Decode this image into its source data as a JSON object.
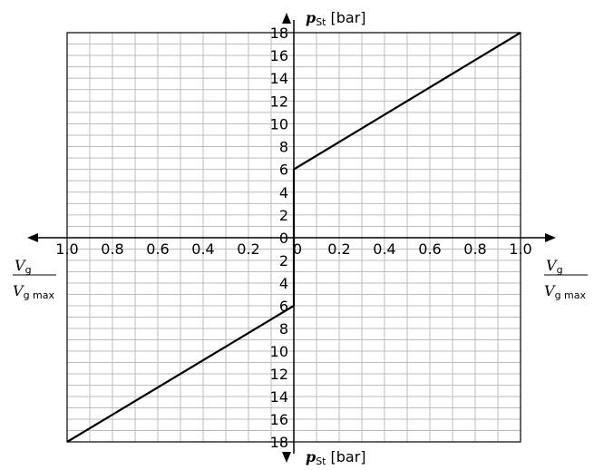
{
  "chart_data": {
    "type": "line",
    "x_range": [
      -1.0,
      1.0
    ],
    "y_range": [
      -18,
      18
    ],
    "x_ticks": [
      {
        "value": -1.0,
        "label": "1.0"
      },
      {
        "value": -0.8,
        "label": "0.8"
      },
      {
        "value": -0.6,
        "label": "0.6"
      },
      {
        "value": -0.4,
        "label": "0.4"
      },
      {
        "value": -0.2,
        "label": "0.2"
      },
      {
        "value": 0,
        "label": "0"
      },
      {
        "value": 0.2,
        "label": "0.2"
      },
      {
        "value": 0.4,
        "label": "0.4"
      },
      {
        "value": 0.6,
        "label": "0.6"
      },
      {
        "value": 0.8,
        "label": "0.8"
      },
      {
        "value": 1.0,
        "label": "1.0"
      }
    ],
    "y_ticks_top": [
      {
        "value": 0,
        "label": "0"
      },
      {
        "value": 2,
        "label": "2"
      },
      {
        "value": 4,
        "label": "4"
      },
      {
        "value": 6,
        "label": "6"
      },
      {
        "value": 8,
        "label": "8"
      },
      {
        "value": 10,
        "label": "10"
      },
      {
        "value": 12,
        "label": "12"
      },
      {
        "value": 14,
        "label": "14"
      },
      {
        "value": 16,
        "label": "16"
      },
      {
        "value": 18,
        "label": "18"
      }
    ],
    "y_ticks_bottom": [
      {
        "value": -2,
        "label": "2"
      },
      {
        "value": -4,
        "label": "4"
      },
      {
        "value": -6,
        "label": "6"
      },
      {
        "value": -8,
        "label": "8"
      },
      {
        "value": -10,
        "label": "10"
      },
      {
        "value": -12,
        "label": "12"
      },
      {
        "value": -14,
        "label": "14"
      },
      {
        "value": -16,
        "label": "16"
      },
      {
        "value": -18,
        "label": "18"
      }
    ],
    "series": [
      {
        "points": [
          {
            "x": -1.0,
            "y": -18
          },
          {
            "x": 0,
            "y": -6
          },
          {
            "x": 0,
            "y": 6
          },
          {
            "x": 1.0,
            "y": 18
          }
        ]
      }
    ],
    "y_label_top": {
      "symbol": "p",
      "subscript": "St",
      "unit": "[bar]"
    },
    "y_label_bottom": {
      "symbol": "p",
      "subscript": "St",
      "unit": "[bar]"
    },
    "x_label_left": {
      "numerator_symbol": "V",
      "numerator_sub": "g",
      "denominator_symbol": "V",
      "denominator_sub": "g max"
    },
    "x_label_right": {
      "numerator_symbol": "V",
      "numerator_sub": "g",
      "denominator_symbol": "V",
      "denominator_sub": "g max"
    },
    "grid": true,
    "colors": {
      "line": "#000000",
      "grid": "#bdbdbd",
      "axis": "#000000"
    }
  }
}
